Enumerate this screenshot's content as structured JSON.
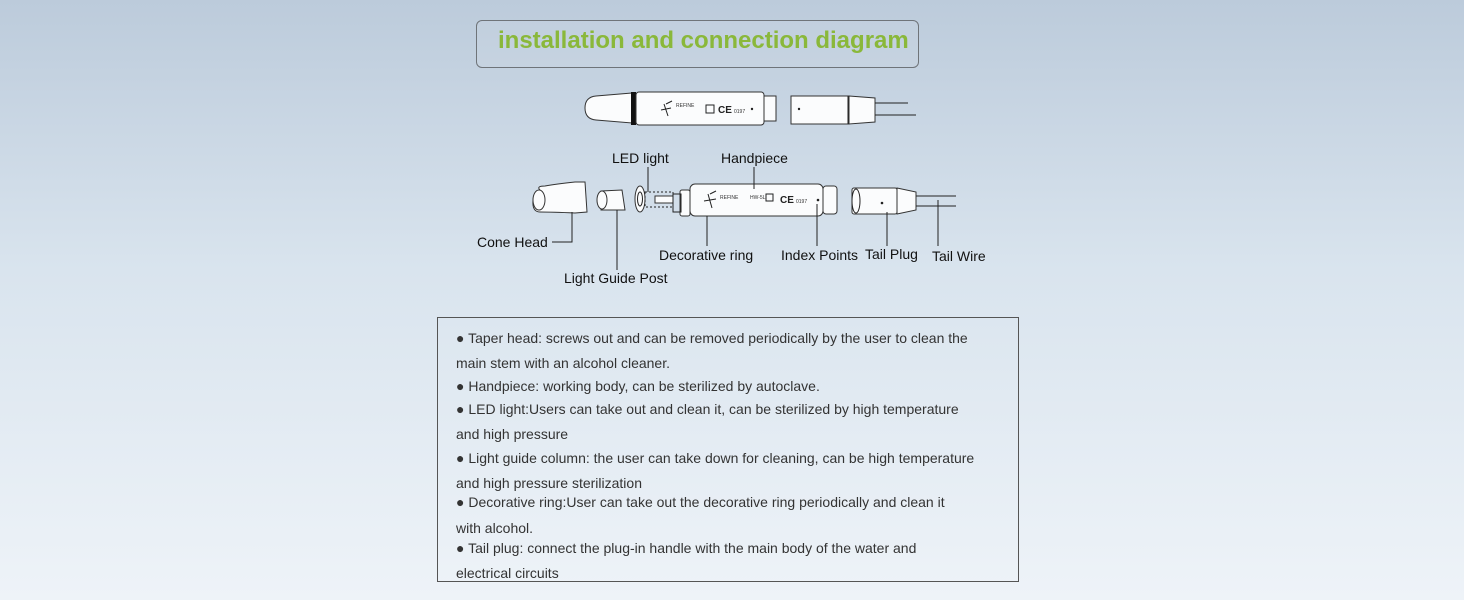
{
  "title": "installation and connection diagram",
  "labels": {
    "led_light": "LED light",
    "handpiece": "Handpiece",
    "cone_head": "Cone Head",
    "light_guide_post": "Light Guide Post",
    "decorative_ring": "Decorative ring",
    "index_points": "Index Points",
    "tail_plug": "Tail Plug",
    "tail_wire": "Tail Wire"
  },
  "device_marks": {
    "brand": "REFINE",
    "model": "HW-5L",
    "ce": "CE",
    "ce_number": "0197"
  },
  "notes": [
    "● Taper head: screws out and can be removed periodically by the user to clean the",
    "main stem with an alcohol cleaner.",
    "● Handpiece: working body, can be sterilized by autoclave.",
    "● LED light:Users can take out and clean it, can be sterilized by high temperature",
    "and high pressure",
    "● Light guide column: the user can take down for cleaning, can be high temperature",
    " and high pressure sterilization",
    " ● Decorative ring:User can take out the decorative ring periodically and clean it",
    " with alcohol.",
    "● Tail plug: connect the plug-in handle with the main body of the water and",
    "electrical circuits"
  ]
}
